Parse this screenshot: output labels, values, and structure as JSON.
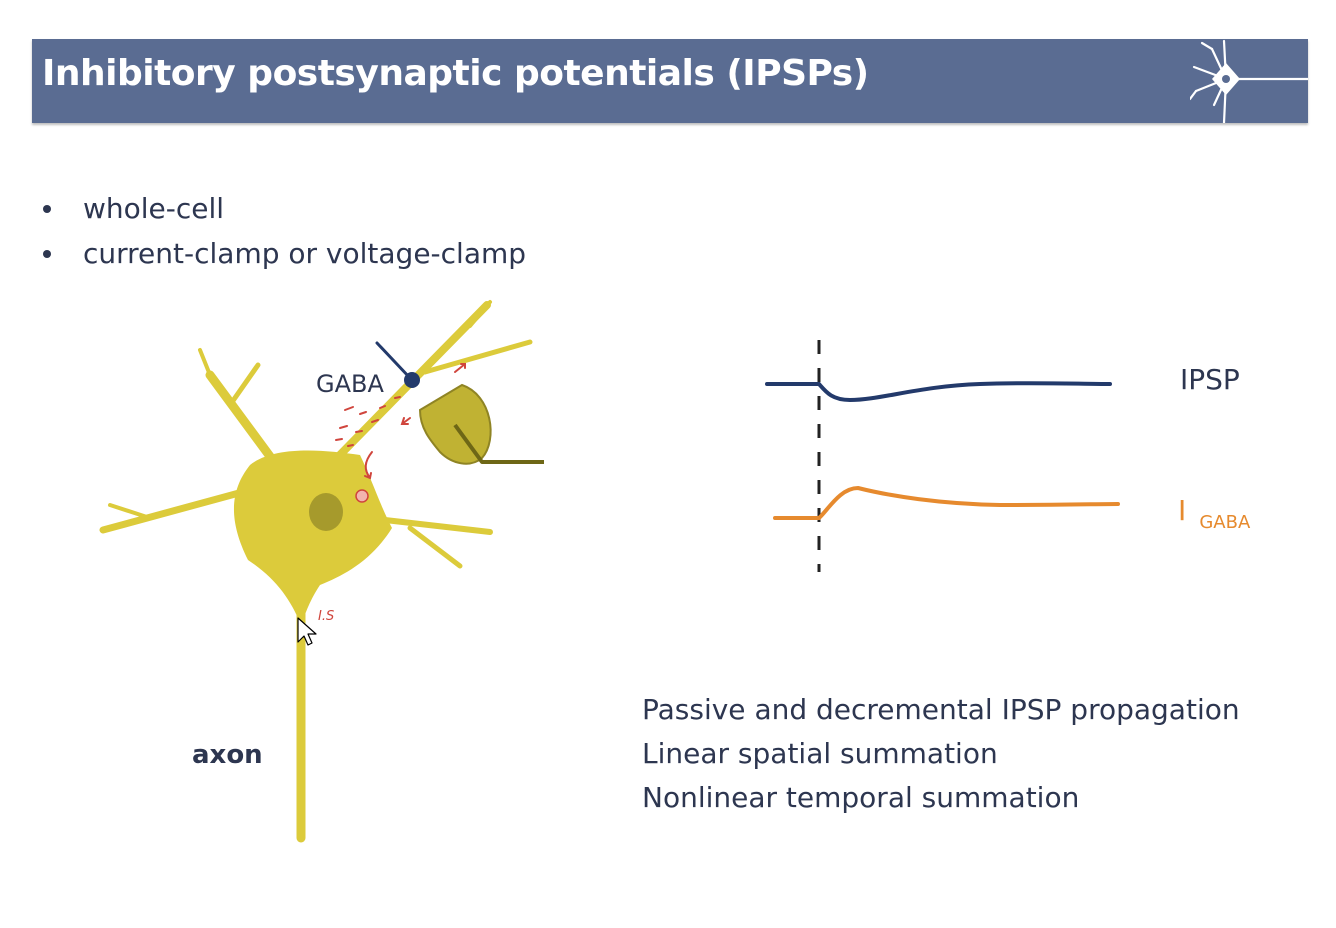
{
  "slide": {
    "title": "Inhibitory postsynaptic potentials (IPSPs)"
  },
  "bullets": [
    "whole-cell",
    "current-clamp or voltage-clamp"
  ],
  "neuron": {
    "synapse_label": "GABA",
    "axon_label": "axon",
    "annotation_label": "I.S",
    "colors": {
      "cell": "#dccb3b",
      "nucleus": "#a69a2c",
      "electrode": "#c0b233",
      "terminal": "#233a6b",
      "annotation": "#d0453d"
    }
  },
  "traces": {
    "ipsp_label": "IPSP",
    "current_label": "I",
    "current_subscript": "GABA",
    "colors": {
      "ipsp": "#233a6b",
      "current": "#e68a2e",
      "stimulus": "#222222"
    }
  },
  "notes": [
    "Passive and decremental IPSP propagation",
    "Linear spatial summation",
    "Nonlinear temporal summation"
  ],
  "icons": {
    "logo": "neuron-logo-icon",
    "cursor": "mouse-pointer-icon"
  }
}
